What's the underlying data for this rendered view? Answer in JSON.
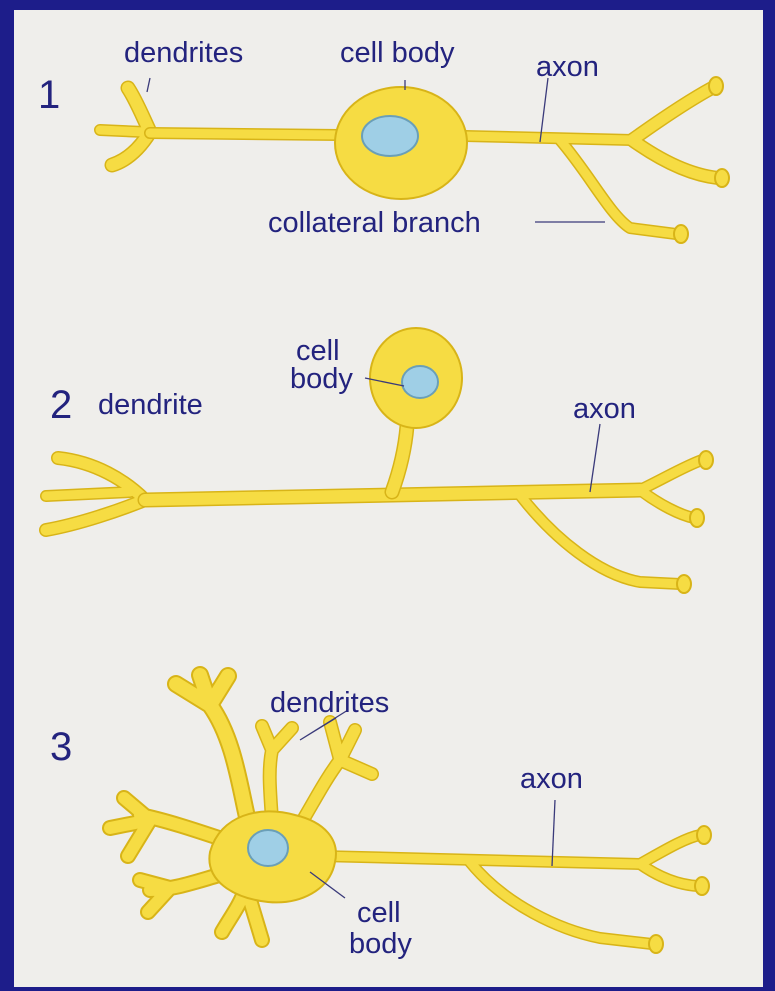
{
  "colors": {
    "frame": "#1d1d8a",
    "background": "#efeeeb",
    "cell_fill": "#f6dc43",
    "cell_outline": "#d8b418",
    "nucleus": "#9fcfe6",
    "label_text": "#23237e"
  },
  "neuron1": {
    "number": "1",
    "dendrites": "dendrites",
    "cell_body": "cell body",
    "axon": "axon",
    "collateral": "collateral branch"
  },
  "neuron2": {
    "number": "2",
    "dendrite": "dendrite",
    "cell_body_line1": "cell",
    "cell_body_line2": "body",
    "axon": "axon"
  },
  "neuron3": {
    "number": "3",
    "dendrites": "dendrites",
    "axon": "axon",
    "cell_body_line1": "cell",
    "cell_body_line2": "body"
  }
}
